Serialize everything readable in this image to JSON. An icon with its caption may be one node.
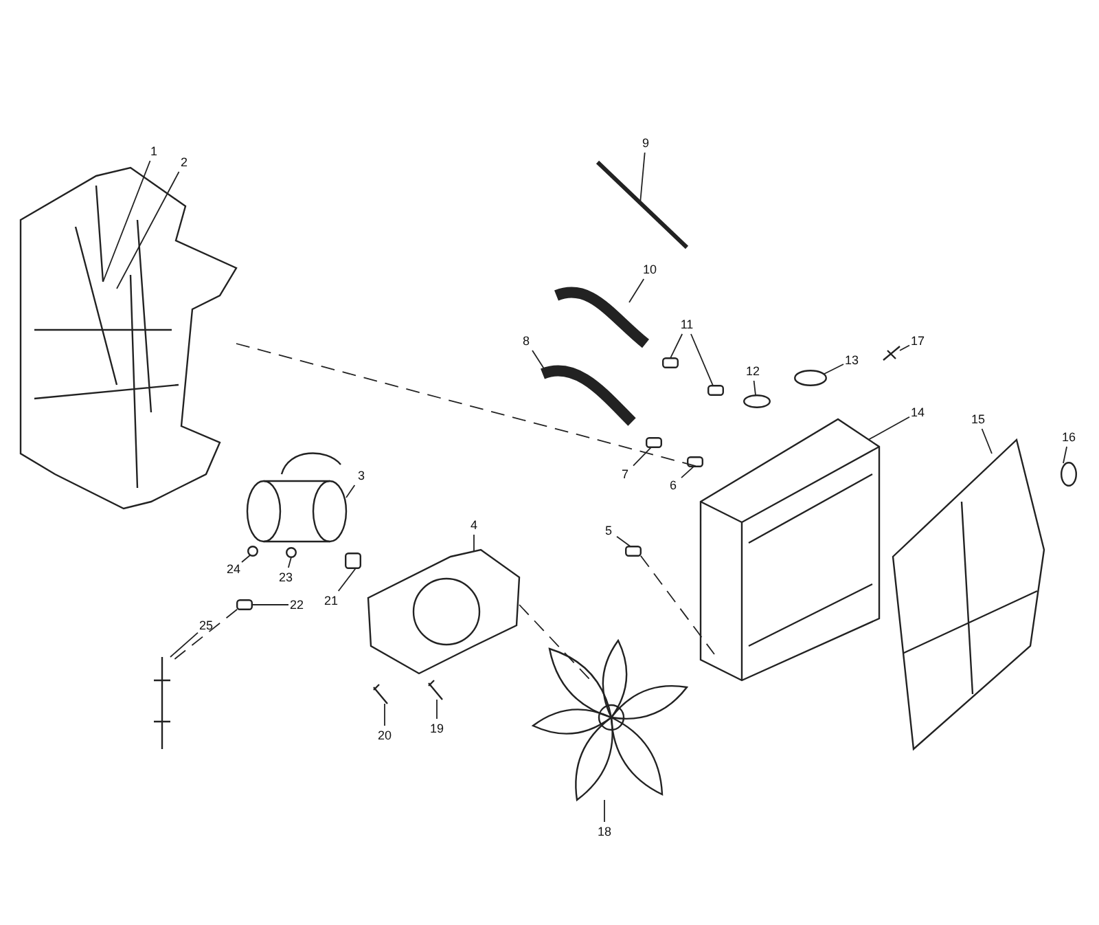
{
  "diagram": {
    "nodes": [
      {
        "text": [
          "1"
        ]
      },
      {
        "text": [
          "2"
        ]
      },
      {
        "text": [
          "3"
        ]
      },
      {
        "text": [
          "4"
        ]
      },
      {
        "text": [
          "5"
        ]
      },
      {
        "text": [
          "6"
        ]
      },
      {
        "text": [
          "7"
        ]
      },
      {
        "text": [
          "8"
        ]
      },
      {
        "text": [
          "9"
        ]
      },
      {
        "text": [
          "10"
        ]
      },
      {
        "text": [
          "11"
        ]
      },
      {
        "text": [
          "12"
        ]
      },
      {
        "text": [
          "13"
        ]
      },
      {
        "text": [
          "14"
        ]
      },
      {
        "text": [
          "15"
        ]
      },
      {
        "text": [
          "16"
        ]
      },
      {
        "text": [
          "17"
        ]
      },
      {
        "text": [
          "18"
        ]
      },
      {
        "text": [
          "19"
        ]
      },
      {
        "text": [
          "20"
        ]
      },
      {
        "text": [
          "21"
        ]
      },
      {
        "text": [
          "22"
        ]
      },
      {
        "text": [
          "23"
        ]
      },
      {
        "text": [
          "24"
        ]
      },
      {
        "text": [
          "25"
        ]
      },
      {
        "text": [],
        "shape": "picture"
      },
      {
        "text": [],
        "shape": "picture"
      },
      {
        "text": [],
        "shape": "picture"
      },
      {
        "text": [],
        "shape": "box"
      },
      {
        "text": [],
        "shape": "box"
      },
      {
        "text": [],
        "shape": "box"
      },
      {
        "text": [],
        "shape": "picture"
      },
      {
        "text": [],
        "shape": "picture"
      },
      {
        "text": [],
        "shape": "picture"
      },
      {
        "text": [],
        "shape": "box"
      },
      {
        "text": [],
        "shape": "box"
      },
      {
        "text": [],
        "shape": "circle"
      },
      {
        "text": [],
        "shape": "circle"
      },
      {
        "text": [],
        "shape": "picture"
      },
      {
        "text": [],
        "shape": "picture"
      },
      {
        "text": [],
        "shape": "circle"
      },
      {
        "text": [],
        "shape": "picture"
      },
      {
        "text": [],
        "shape": "picture"
      },
      {
        "text": [],
        "shape": "picture"
      },
      {
        "text": [],
        "shape": "picture"
      },
      {
        "text": [],
        "shape": "box"
      },
      {
        "text": [],
        "shape": "box"
      },
      {
        "text": [],
        "shape": "circle"
      },
      {
        "text": [],
        "shape": "circle"
      },
      {
        "text": [],
        "shape": "picture"
      }
    ],
    "edges": [
      {
        "from": 0,
        "to": 25,
        "arrow": "none"
      },
      {
        "from": 1,
        "to": 25,
        "arrow": "none"
      },
      {
        "from": 2,
        "to": 26,
        "arrow": "none"
      },
      {
        "from": 3,
        "to": 27,
        "arrow": "none"
      },
      {
        "from": 4,
        "to": 28,
        "arrow": "none"
      },
      {
        "from": 5,
        "to": 29,
        "arrow": "none"
      },
      {
        "from": 6,
        "to": 30,
        "arrow": "none"
      },
      {
        "from": 7,
        "to": 31,
        "arrow": "none"
      },
      {
        "from": 8,
        "to": 32,
        "arrow": "none"
      },
      {
        "from": 9,
        "to": 33,
        "arrow": "none"
      },
      {
        "from": 10,
        "to": 34,
        "arrow": "none"
      },
      {
        "from": 10,
        "to": 35,
        "arrow": "none"
      },
      {
        "from": 11,
        "to": 36,
        "arrow": "none"
      },
      {
        "from": 12,
        "to": 37,
        "arrow": "none"
      },
      {
        "from": 13,
        "to": 38,
        "arrow": "none"
      },
      {
        "from": 14,
        "to": 39,
        "arrow": "none"
      },
      {
        "from": 15,
        "to": 40,
        "arrow": "none"
      },
      {
        "from": 16,
        "to": 41,
        "arrow": "none"
      },
      {
        "from": 17,
        "to": 42,
        "arrow": "none"
      },
      {
        "from": 18,
        "to": 43,
        "arrow": "none"
      },
      {
        "from": 19,
        "to": 44,
        "arrow": "none"
      },
      {
        "from": 20,
        "to": 45,
        "arrow": "none"
      },
      {
        "from": 21,
        "to": 46,
        "arrow": "none"
      },
      {
        "from": 22,
        "to": 47,
        "arrow": "none"
      },
      {
        "from": 23,
        "to": 48,
        "arrow": "none"
      },
      {
        "from": 24,
        "to": 49,
        "arrow": "none"
      },
      {
        "from": 25,
        "to": 38,
        "arrow": "none",
        "style": "dashed"
      },
      {
        "from": 27,
        "to": 42,
        "arrow": "none",
        "style": "dashed"
      },
      {
        "from": 28,
        "to": 38,
        "arrow": "none",
        "style": "dashed"
      },
      {
        "from": 46,
        "to": 49,
        "arrow": "none",
        "style": "dashed"
      }
    ]
  }
}
